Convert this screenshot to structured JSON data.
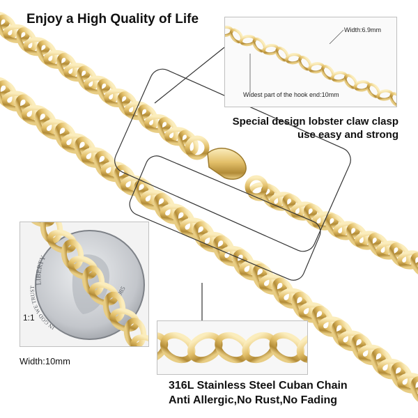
{
  "headline": "Enjoy a High Quality of Life",
  "clasp_inset": {
    "width_label": "Width:6.9mm",
    "hook_label": "Widest part of the hook end:10mm"
  },
  "clasp_feature": {
    "line1": "Special design lobster claw clasp",
    "line2": "use easy and strong"
  },
  "coin_inset": {
    "ratio_label": "1:1",
    "coin_motto": "IN GOD WE TRUST",
    "coin_legend": "LIBERTY",
    "coin_year": "1985"
  },
  "width_label": "Width:10mm",
  "material": {
    "line1": "316L Stainless Steel Cuban Chain",
    "line2": "Anti Allergic,No Rust,No Fading"
  },
  "colors": {
    "gold_light": "#f6e2a2",
    "gold_mid": "#d9b458",
    "gold_dark": "#9c7a2e",
    "coin": "#c9ccd1",
    "frame": "#333333"
  }
}
